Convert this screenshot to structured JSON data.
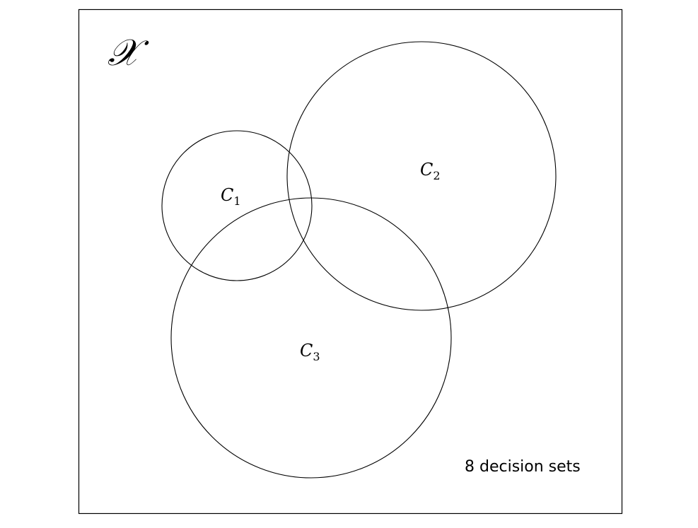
{
  "diagram": {
    "space_label": "𝒳",
    "sets": [
      {
        "id": "c1",
        "letter": "C",
        "subscript": "1"
      },
      {
        "id": "c2",
        "letter": "C",
        "subscript": "2"
      },
      {
        "id": "c3",
        "letter": "C",
        "subscript": "3"
      }
    ],
    "caption": "8 decision sets"
  },
  "colors": {
    "stroke": "#000000",
    "background": "#ffffff"
  }
}
